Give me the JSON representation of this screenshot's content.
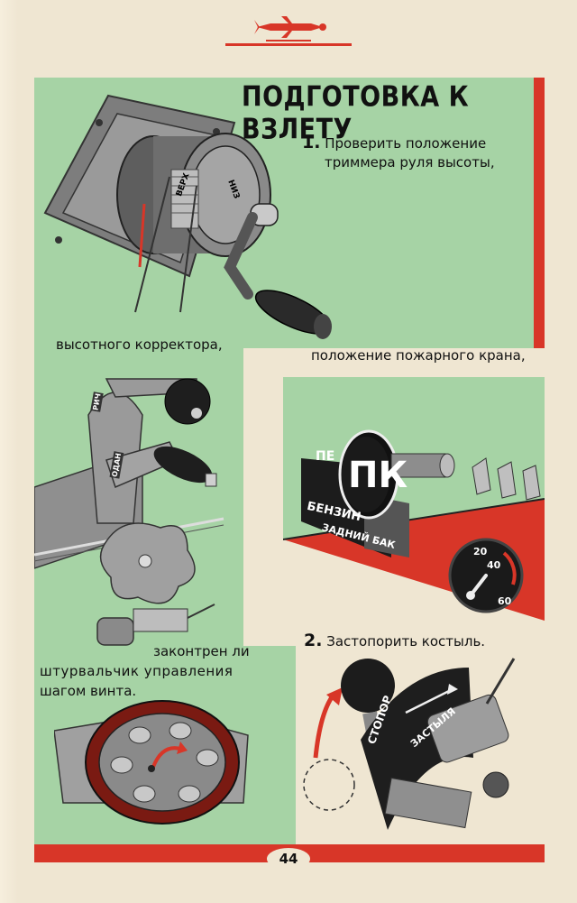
{
  "heading": "ПОДГОТОВКА К ВЗЛЕТУ",
  "step1": {
    "number": "1.",
    "line1": "Проверить положение",
    "line2": "триммера руля высоты,"
  },
  "caption_altitude_corrector": "высотного корректора,",
  "caption_fire_cock": "положение пожарного крана,",
  "caption_propeller": {
    "line1": "законтрен ли",
    "line2": "штурвальчик управления",
    "line3": "шагом винта."
  },
  "step2": {
    "number": "2.",
    "text": "Застопорить костыль."
  },
  "trimmer_labels": {
    "up": "ВЕРХ",
    "down": "НИЗ"
  },
  "corrector_labels": {
    "top": "РИЧ",
    "bottom": "ОДАН"
  },
  "fuel_cock": {
    "knob_letters": "ПК",
    "left_fragment": "ПЕ",
    "plate_line1": "БЕНЗИН",
    "plate_line2": "ЗАДНИЙ БАК"
  },
  "gauge": {
    "ticks": [
      "20",
      "40",
      "60"
    ]
  },
  "tailskid": {
    "label_top": "СТОПОР",
    "label_side": "ЗАСТЫЛЯ"
  },
  "page_number": "44",
  "colors": {
    "green": "#a6d3a5",
    "red": "#d83628",
    "paper": "#efe6d2",
    "ink": "#111111"
  }
}
